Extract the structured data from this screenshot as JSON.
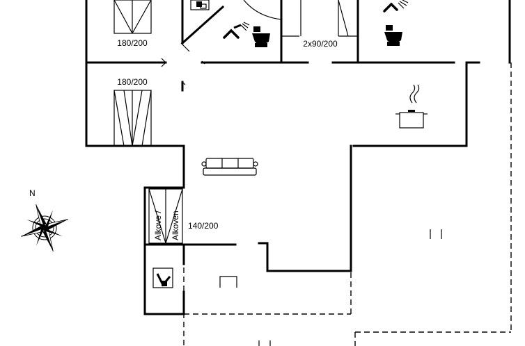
{
  "labels": {
    "bed_top_left": "180/200",
    "bed_top_right": "2x90/200",
    "bed_mid_left": "180/200",
    "alkove_1": "Alkove /",
    "alkove_2": "Alkoven",
    "alkove_bed": "140/200"
  },
  "compass": {
    "north": "N"
  },
  "icons": [
    "bed-icon",
    "shower-icon",
    "toilet-icon",
    "washing-machine-icon",
    "cooking-pot-icon",
    "sofa-icon",
    "compass-rose-icon",
    "sauna-icon"
  ]
}
